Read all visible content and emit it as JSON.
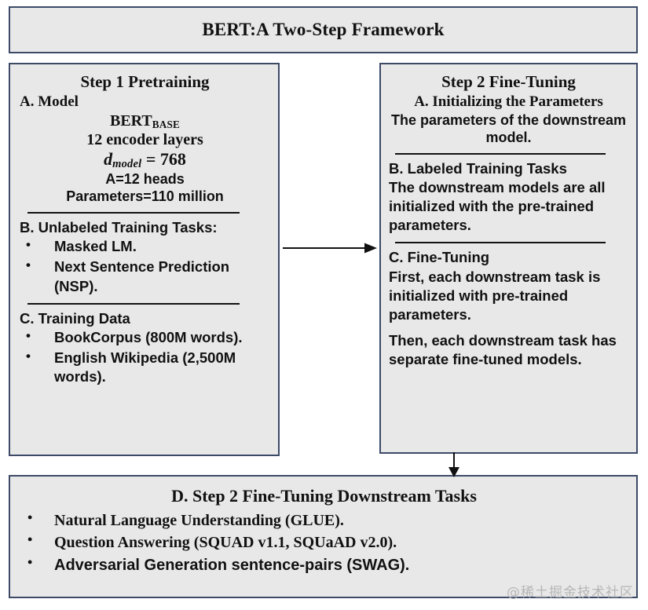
{
  "title_box": {
    "text": "BERT:A Two-Step Framework"
  },
  "colors": {
    "box_fill": "#e8e8e8",
    "box_border": "#3c4a68",
    "page_background": "#ffffff",
    "text": "#111111",
    "watermark": "#b6b6b6"
  },
  "left_box": {
    "heading": "Step 1 Pretraining",
    "section_a": {
      "heading": "A. Model",
      "model_name": "BERT",
      "model_subscript": "BASE",
      "encoder_layers": "12 encoder layers",
      "d_model_symbol": "d",
      "d_model_subscript": "model",
      "d_model_value": "= 768",
      "heads": "A=12 heads",
      "parameters": "Parameters=110 million"
    },
    "section_b": {
      "heading": "B. Unlabeled Training Tasks:",
      "items": [
        "Masked LM.",
        "Next Sentence Prediction (NSP)."
      ]
    },
    "section_c": {
      "heading": "C. Training Data",
      "items": [
        "BookCorpus (800M words).",
        "English Wikipedia (2,500M words)."
      ]
    }
  },
  "right_box": {
    "heading": "Step 2 Fine-Tuning",
    "section_a": {
      "heading": "A. Initializing the Parameters",
      "body": "The parameters of the downstream model."
    },
    "section_b": {
      "heading": "B. Labeled Training Tasks",
      "body": "The downstream models are all initialized with the pre-trained parameters."
    },
    "section_c": {
      "heading": "C. Fine-Tuning",
      "body_1": "First, each downstream task is initialized with pre-trained parameters.",
      "body_2": "Then, each downstream task has separate fine-tuned models."
    }
  },
  "bottom_box": {
    "heading": "D. Step 2 Fine-Tuning Downstream Tasks",
    "items": [
      "Natural Language Understanding (GLUE).",
      "Question Answering (SQUAD v1.1, SQUaAD v2.0).",
      "Adversarial Generation sentence-pairs (SWAG)."
    ]
  },
  "arrows": {
    "pretrain_to_finetune": "arrow-right",
    "finetune_to_downstream": "arrow-down"
  },
  "watermark": {
    "text": "@稀土掘金技术社区"
  }
}
